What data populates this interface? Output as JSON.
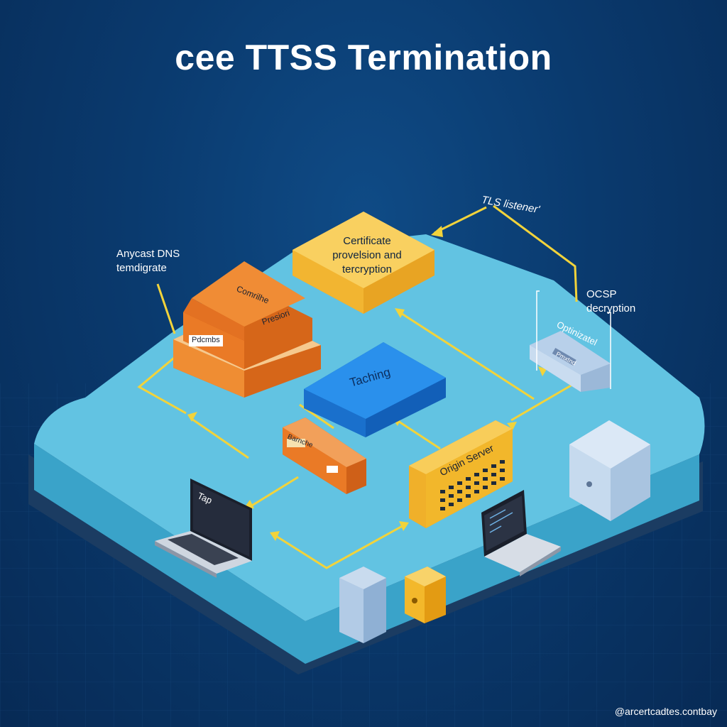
{
  "title": "cee TTSS Termination",
  "labels": {
    "anycast_line1": "Anycast DNS",
    "anycast_line2": "temdigrate",
    "tls_listener": "TLS listener'",
    "ocsp_line1": "OCSP",
    "ocsp_line2": "decryption",
    "cert_line1": "Certificate",
    "cert_line2": "provelsion and",
    "cert_line3": "tercryption",
    "orange_top": "Comrilhe",
    "orange_side": "Presiori",
    "orange_tag": "Pdcmbs",
    "teaching": "Taching",
    "small_orange": "Barnche",
    "optimizer": "Optinizatel",
    "optimizer_tag": "Pmxtnd",
    "origin_server": "Origin Server",
    "laptop_screen": "Tap"
  },
  "watermark": "@arcertcadtes.contbay",
  "colors": {
    "background": "#0a3a6e",
    "platform": "#5fbfe0",
    "connector": "#f2d33b",
    "orange": "#ea7a26",
    "yellow": "#f6c23c",
    "blue": "#1e84e6"
  },
  "icons": [
    "laptop-icon",
    "server-rack-icon",
    "cube-icon",
    "safe-icon",
    "tower-icon"
  ]
}
